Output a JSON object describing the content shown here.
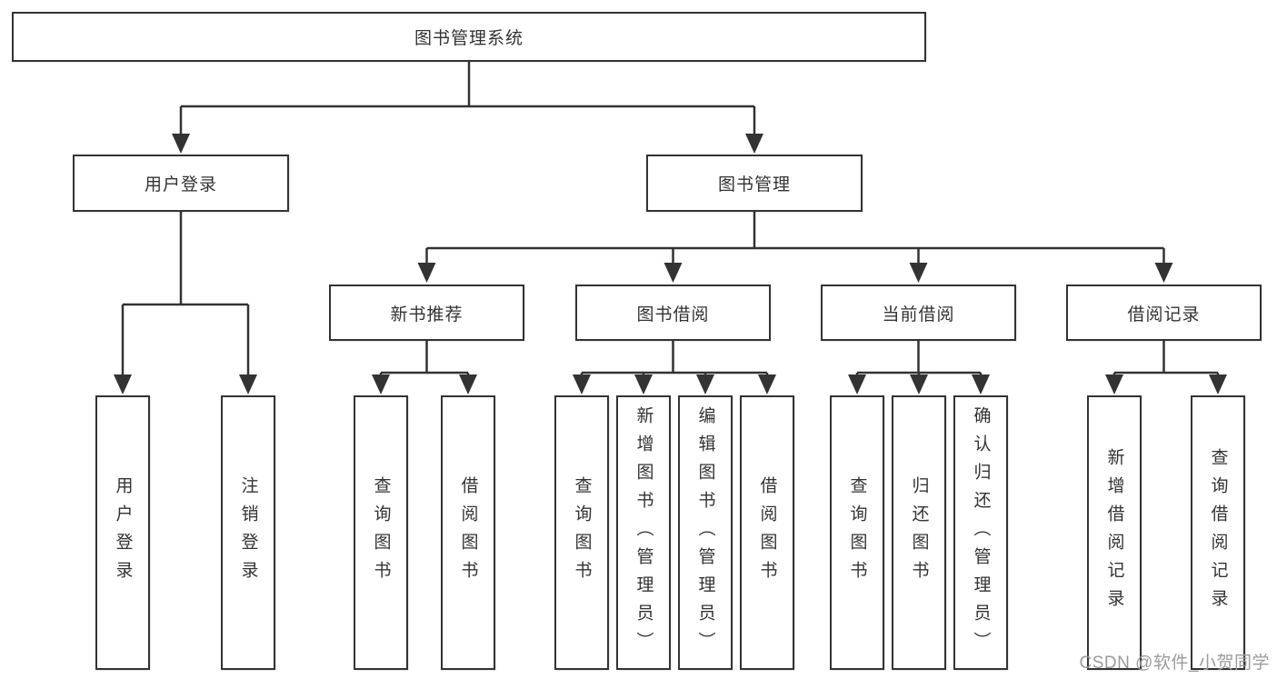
{
  "nodes": {
    "root": "图书管理系统",
    "l2": {
      "user_login": "用户登录",
      "book_management": "图书管理"
    },
    "l3": {
      "new_book_recommend": "新书推荐",
      "book_borrowing": "图书借阅",
      "current_borrowing": "当前借阅",
      "borrowing_records": "借阅记录"
    },
    "leaves": {
      "user_login": "用户登录",
      "logout": "注销登录",
      "rec_query_books": "查询图书",
      "rec_borrow_books": "借阅图书",
      "bor_query_books": "查询图书",
      "bor_add_books": "新增图书（管理员）",
      "bor_edit_books": "编辑图书（管理员）",
      "bor_borrow_books": "借阅图书",
      "cur_query_books": "查询图书",
      "cur_return_books": "归还图书",
      "cur_confirm_return": "确认归还（管理员）",
      "log_add_record": "新增借阅记录",
      "log_query_record": "查询借阅记录"
    }
  },
  "watermark": "CSDN @软件_小贺同学",
  "colors": {
    "line": "#333333",
    "border": "#333333",
    "text": "#333333",
    "watermark": "#9b9b9b",
    "background": "#ffffff"
  }
}
